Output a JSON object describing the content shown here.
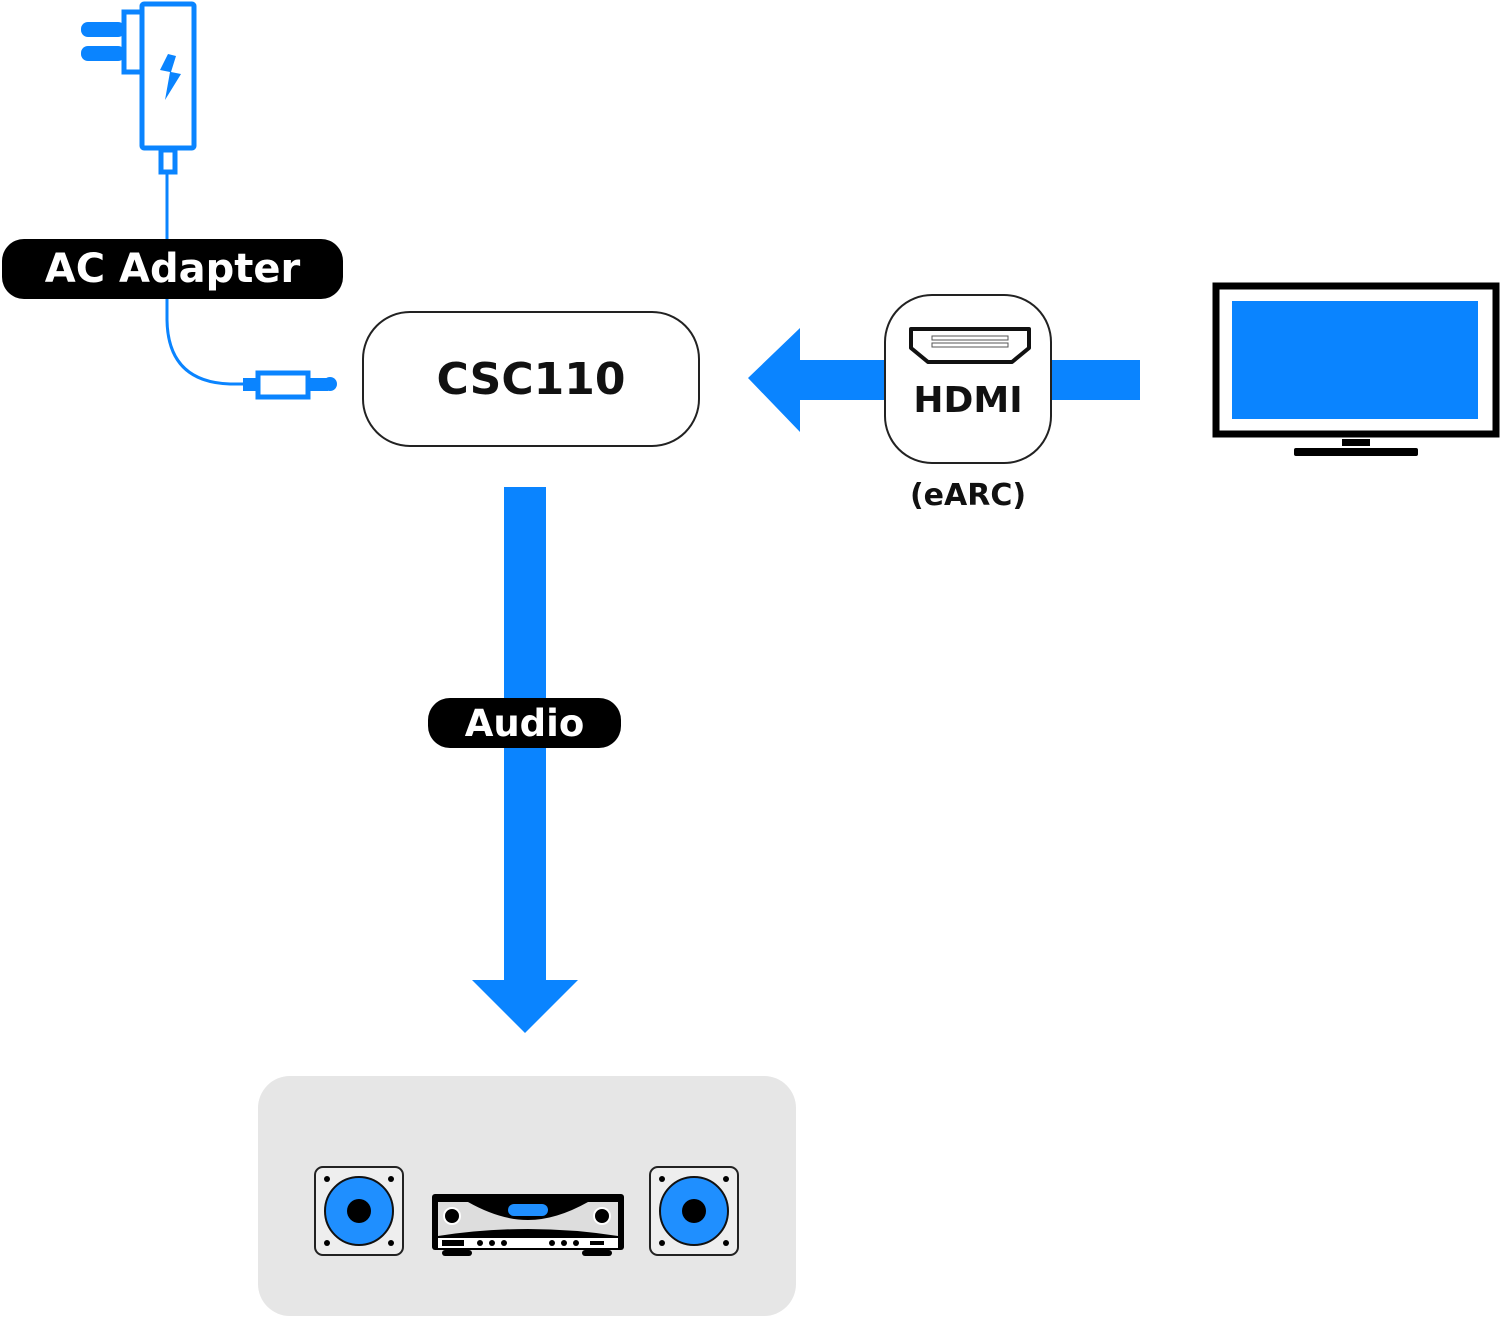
{
  "diagram": {
    "title": "CSC110 connection diagram",
    "colors": {
      "accent": "#0a84ff",
      "label_bg": "#000000",
      "label_text": "#ffffff",
      "panel_bg": "#e6e6e6"
    },
    "nodes": {
      "power": {
        "label": "AC Adapter",
        "icon": "power-adapter-icon"
      },
      "device": {
        "label": "CSC110"
      },
      "interface": {
        "label": "HDMI",
        "sublabel": "(eARC)",
        "icon": "hdmi-port-icon"
      },
      "source": {
        "icon": "tv-icon"
      },
      "output": {
        "icons": [
          "speaker-icon",
          "av-receiver-icon",
          "speaker-icon"
        ]
      }
    },
    "edges": [
      {
        "from": "source",
        "to": "device",
        "via": "HDMI (eARC)"
      },
      {
        "from": "device",
        "to": "output",
        "label": "Audio"
      },
      {
        "from": "power",
        "to": "device"
      }
    ]
  }
}
